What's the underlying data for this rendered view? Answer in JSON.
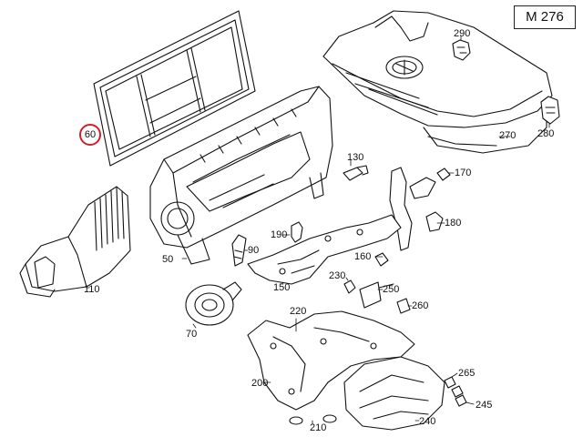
{
  "diagram": {
    "engine_code": "M 276",
    "highlight": {
      "label": "60"
    },
    "callouts": [
      {
        "id": "c290",
        "text": "290"
      },
      {
        "id": "c270",
        "text": "270"
      },
      {
        "id": "c280",
        "text": "280"
      },
      {
        "id": "c130",
        "text": "130"
      },
      {
        "id": "c170",
        "text": "170"
      },
      {
        "id": "c180",
        "text": "180"
      },
      {
        "id": "c190",
        "text": "190"
      },
      {
        "id": "c90",
        "text": "90"
      },
      {
        "id": "c50",
        "text": "50"
      },
      {
        "id": "c110",
        "text": "110"
      },
      {
        "id": "c160",
        "text": "160"
      },
      {
        "id": "c230",
        "text": "230"
      },
      {
        "id": "c150",
        "text": "150"
      },
      {
        "id": "c250",
        "text": "250"
      },
      {
        "id": "c260",
        "text": "260"
      },
      {
        "id": "c220",
        "text": "220"
      },
      {
        "id": "c70",
        "text": "70"
      },
      {
        "id": "c200",
        "text": "200"
      },
      {
        "id": "c265",
        "text": "265"
      },
      {
        "id": "c245",
        "text": "245"
      },
      {
        "id": "c210",
        "text": "210"
      },
      {
        "id": "c240",
        "text": "240"
      }
    ]
  }
}
